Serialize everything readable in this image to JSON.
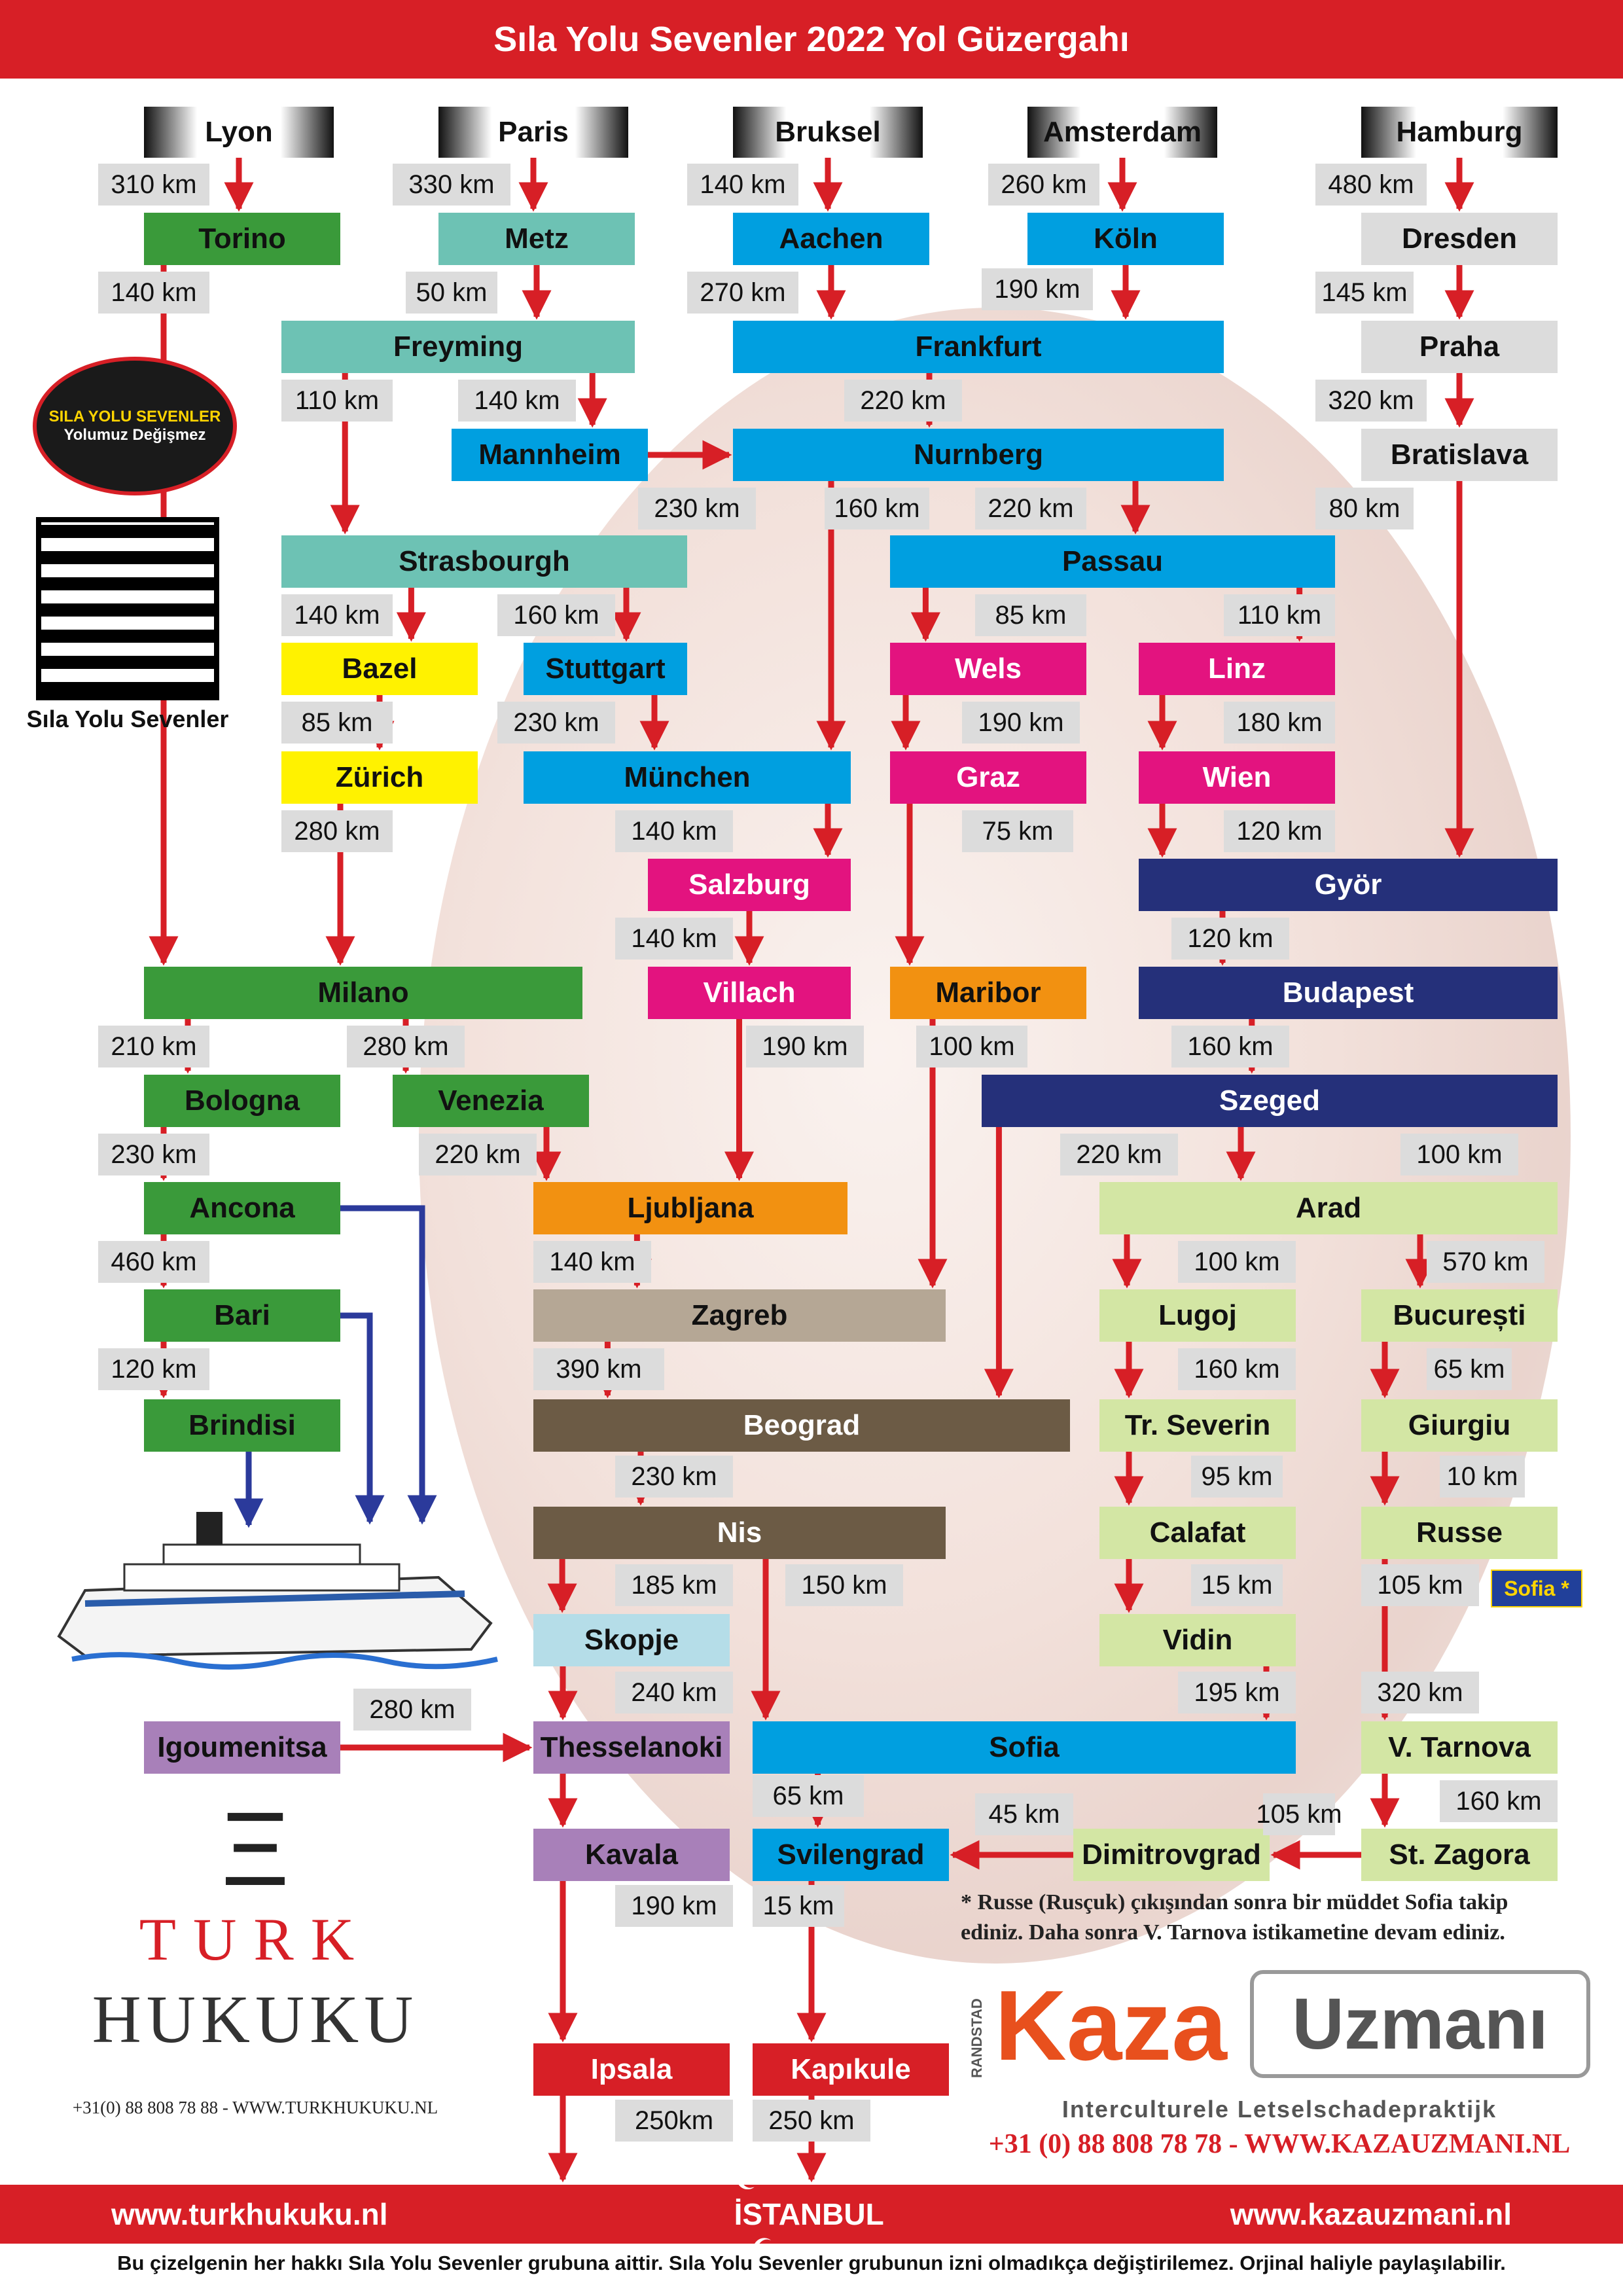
{
  "title": "Sıla Yolu Sevenler 2022 Yol Güzergahı",
  "colors": {
    "red": "#d71f26",
    "green": "#3a9a3a",
    "teal": "#6dc2b4",
    "blue": "#009fe0",
    "navy": "#25307a",
    "magenta": "#e3137f",
    "yellow": "#fff200",
    "orange": "#f29111",
    "purple": "#a880b9",
    "lightblue": "#b5dde8",
    "lightgreen": "#d3e6a4",
    "brown": "#6c5b45",
    "taupe": "#b5a795",
    "gray": "#dcdcdc"
  },
  "nodes": [
    {
      "id": "lyon",
      "label": "Lyon",
      "style": "start"
    },
    {
      "id": "paris",
      "label": "Paris",
      "style": "start"
    },
    {
      "id": "bruksel",
      "label": "Bruksel",
      "style": "start"
    },
    {
      "id": "amsterdam",
      "label": "Amsterdam",
      "style": "start"
    },
    {
      "id": "hamburg",
      "label": "Hamburg",
      "style": "start"
    },
    {
      "id": "torino",
      "label": "Torino",
      "style": "green"
    },
    {
      "id": "metz",
      "label": "Metz",
      "style": "teal"
    },
    {
      "id": "aachen",
      "label": "Aachen",
      "style": "blue"
    },
    {
      "id": "koln",
      "label": "Köln",
      "style": "blue"
    },
    {
      "id": "dresden",
      "label": "Dresden",
      "style": "gray"
    },
    {
      "id": "freyming",
      "label": "Freyming",
      "style": "teal"
    },
    {
      "id": "frankfurt",
      "label": "Frankfurt",
      "style": "blue"
    },
    {
      "id": "praha",
      "label": "Praha",
      "style": "gray"
    },
    {
      "id": "mannheim",
      "label": "Mannheim",
      "style": "blue"
    },
    {
      "id": "nurnberg",
      "label": "Nurnberg",
      "style": "blue"
    },
    {
      "id": "bratislava",
      "label": "Bratislava",
      "style": "gray"
    },
    {
      "id": "strasbourgh",
      "label": "Strasbourgh",
      "style": "teal"
    },
    {
      "id": "passau",
      "label": "Passau",
      "style": "blue"
    },
    {
      "id": "bazel",
      "label": "Bazel",
      "style": "yellow"
    },
    {
      "id": "stuttgart",
      "label": "Stuttgart",
      "style": "blue"
    },
    {
      "id": "wels",
      "label": "Wels",
      "style": "magenta"
    },
    {
      "id": "linz",
      "label": "Linz",
      "style": "magenta"
    },
    {
      "id": "zurich",
      "label": "Zürich",
      "style": "yellow"
    },
    {
      "id": "munchen",
      "label": "München",
      "style": "blue"
    },
    {
      "id": "graz",
      "label": "Graz",
      "style": "magenta"
    },
    {
      "id": "wien",
      "label": "Wien",
      "style": "magenta"
    },
    {
      "id": "salzburg",
      "label": "Salzburg",
      "style": "magenta"
    },
    {
      "id": "gyor",
      "label": "Györ",
      "style": "navy"
    },
    {
      "id": "milano",
      "label": "Milano",
      "style": "green"
    },
    {
      "id": "villach",
      "label": "Villach",
      "style": "magenta"
    },
    {
      "id": "maribor",
      "label": "Maribor",
      "style": "orange"
    },
    {
      "id": "budapest",
      "label": "Budapest",
      "style": "navy"
    },
    {
      "id": "bologna",
      "label": "Bologna",
      "style": "green"
    },
    {
      "id": "venezia",
      "label": "Venezia",
      "style": "green"
    },
    {
      "id": "szeged",
      "label": "Szeged",
      "style": "navy"
    },
    {
      "id": "ancona",
      "label": "Ancona",
      "style": "green"
    },
    {
      "id": "ljubljana",
      "label": "Ljubljana",
      "style": "orange"
    },
    {
      "id": "arad",
      "label": "Arad",
      "style": "lightgreen"
    },
    {
      "id": "bari",
      "label": "Bari",
      "style": "green"
    },
    {
      "id": "zagreb",
      "label": "Zagreb",
      "style": "taupe"
    },
    {
      "id": "lugoj",
      "label": "Lugoj",
      "style": "lightgreen"
    },
    {
      "id": "bucuresti",
      "label": "București",
      "style": "lightgreen"
    },
    {
      "id": "brindisi",
      "label": "Brindisi",
      "style": "green"
    },
    {
      "id": "beograd",
      "label": "Beograd",
      "style": "brown"
    },
    {
      "id": "severin",
      "label": "Tr. Severin",
      "style": "lightgreen"
    },
    {
      "id": "giurgiu",
      "label": "Giurgiu",
      "style": "lightgreen"
    },
    {
      "id": "nis",
      "label": "Nis",
      "style": "brown"
    },
    {
      "id": "calafat",
      "label": "Calafat",
      "style": "lightgreen"
    },
    {
      "id": "russe",
      "label": "Russe",
      "style": "lightgreen"
    },
    {
      "id": "skopje",
      "label": "Skopje",
      "style": "lightblue"
    },
    {
      "id": "vidin",
      "label": "Vidin",
      "style": "lightgreen"
    },
    {
      "id": "igoumenitsa",
      "label": "Igoumenitsa",
      "style": "purple"
    },
    {
      "id": "thesselanoki",
      "label": "Thesselanoki",
      "style": "purple"
    },
    {
      "id": "sofia",
      "label": "Sofia",
      "style": "blue"
    },
    {
      "id": "tarnova",
      "label": "V. Tarnova",
      "style": "lightgreen"
    },
    {
      "id": "kavala",
      "label": "Kavala",
      "style": "purple"
    },
    {
      "id": "svilengrad",
      "label": "Svilengrad",
      "style": "blue"
    },
    {
      "id": "dimitrovgrad",
      "label": "Dimitrovgrad",
      "style": "lightgreen"
    },
    {
      "id": "zagora",
      "label": "St. Zagora",
      "style": "lightgreen"
    },
    {
      "id": "ipsala",
      "label": "Ipsala",
      "style": "red"
    },
    {
      "id": "kapikule",
      "label": "Kapıkule",
      "style": "red"
    }
  ],
  "distances": [
    "310 km",
    "330 km",
    "140 km",
    "260 km",
    "480 km",
    "140 km",
    "50 km",
    "270 km",
    "190 km",
    "145 km",
    "110 km",
    "140 km",
    "220 km",
    "320 km",
    "230 km",
    "160 km",
    "220 km",
    "80 km",
    "140 km",
    "160 km",
    "85 km",
    "110 km",
    "85 km",
    "230 km",
    "190 km",
    "180 km",
    "280 km",
    "140 km",
    "75 km",
    "120 km",
    "140 km",
    "120 km",
    "210 km",
    "280 km",
    "190 km",
    "100 km",
    "160 km",
    "230 km",
    "220 km",
    "220 km",
    "100 km",
    "460 km",
    "140 km",
    "100 km",
    "570 km",
    "120 km",
    "390 km",
    "160 km",
    "65 km",
    "230 km",
    "95 km",
    "10 km",
    "185 km",
    "150 km",
    "15 km",
    "105 km",
    "240 km",
    "195 km",
    "320 km",
    "280 km",
    "65 km",
    "45 km",
    "105 km",
    "160 km",
    "190 km",
    "15 km",
    "250km",
    "250 km"
  ],
  "sofia_badge": "Sofia *",
  "note": "* Russe (Rusçuk) çıkışından sonra bir müddet Sofia takip ediniz. Daha sonra V. Tarnova istikametine devam ediniz.",
  "left_logo": {
    "badge_line1": "SILA YOLU SEVENLER",
    "badge_line2": "Yolumuz Değişmez",
    "qr_label": "Sıla Yolu Sevenler"
  },
  "turk_hukuku": {
    "line1": "TURK",
    "line2": "HUKUKU",
    "phone": "+31(0) 88 808 78 88 - WWW.TURKHUKUKU.NL"
  },
  "kaza": {
    "randstad": "RANDSTAD",
    "word": "Kaza",
    "uzmani": "Uzmanı",
    "subtitle": "Interculturele Letselschadepraktijk",
    "phone": "+31 (0) 88 808 78 78 - WWW.KAZAUZMANI.NL"
  },
  "footer": {
    "left": "www.turkhukuku.nl",
    "center": "İSTANBUL",
    "right": "www.kazauzmani.nl"
  },
  "copyright": "Bu çizelgenin her hakkı Sıla Yolu Sevenler grubuna aittir. Sıla Yolu Sevenler grubunun izni olmadıkça değiştirilemez. Orjinal haliyle paylaşılabilir."
}
